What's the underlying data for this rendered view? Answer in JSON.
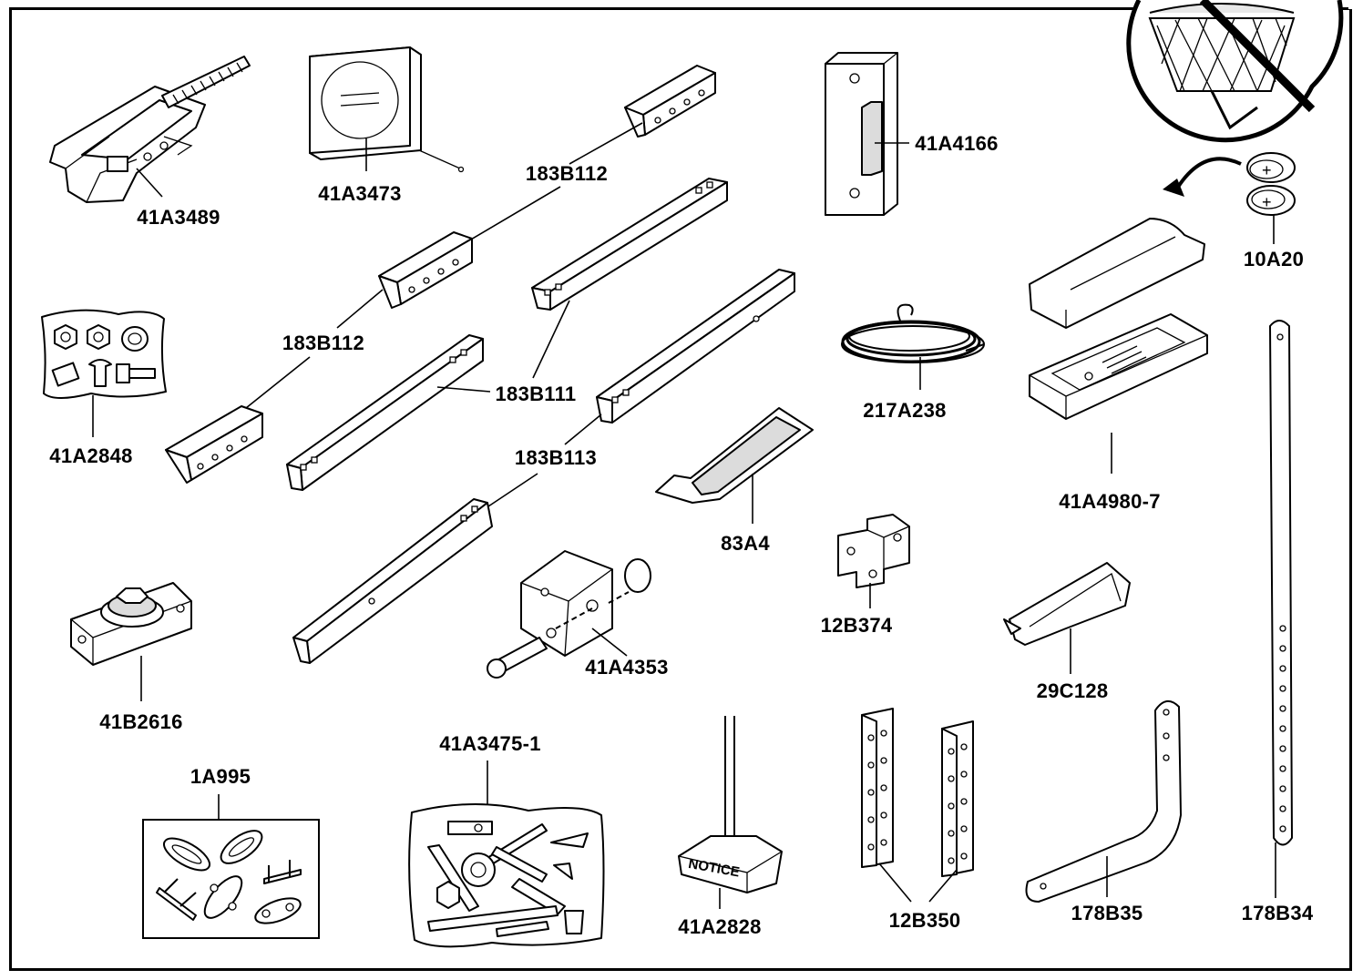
{
  "parts": [
    {
      "key": "trolley",
      "label": "41A3489",
      "icon": "trolley-icon"
    },
    {
      "key": "sprocket_cover",
      "label": "41A3473",
      "icon": "sprocket-cover-icon"
    },
    {
      "key": "splice_top",
      "label": "183B112",
      "icon": "rail-splice-icon"
    },
    {
      "key": "splice_mid",
      "label": "183B112",
      "icon": "rail-splice-icon"
    },
    {
      "key": "rail_center",
      "label": "183B111",
      "icon": "rail-section-icon"
    },
    {
      "key": "rail_left",
      "label": "183B111",
      "icon": "rail-section-icon"
    },
    {
      "key": "rail_113",
      "label": "183B113",
      "icon": "rail-section-icon"
    },
    {
      "key": "door_control",
      "label": "41A4166",
      "icon": "door-control-icon"
    },
    {
      "key": "battery",
      "label": "10A20",
      "icon": "battery-icon"
    },
    {
      "key": "hardware_bag_a",
      "label": "41A2848",
      "icon": "hardware-bag-icon"
    },
    {
      "key": "bell_wire",
      "label": "217A238",
      "icon": "wire-coil-icon"
    },
    {
      "key": "remote",
      "label": "41A4980-7",
      "icon": "remote-control-icon"
    },
    {
      "key": "grease",
      "label": "83A4",
      "icon": "grease-packet-icon"
    },
    {
      "key": "idler_pulley",
      "label": "41B2616",
      "icon": "idler-pulley-icon"
    },
    {
      "key": "header_bracket",
      "label": "41A4353",
      "icon": "header-bracket-icon"
    },
    {
      "key": "insulated_staples",
      "label": "12B374",
      "icon": "staple-bracket-icon"
    },
    {
      "key": "rope_handle",
      "label": "29C128",
      "icon": "handle-icon"
    },
    {
      "key": "link_kit",
      "label": "1A995",
      "icon": "master-link-icon"
    },
    {
      "key": "hardware_bag_b",
      "label": "41A3475-1",
      "icon": "hardware-bag-icon"
    },
    {
      "key": "notice",
      "label": "41A2828",
      "icon": "notice-tag-icon"
    },
    {
      "key": "hanging_brackets",
      "label": "12B350",
      "icon": "angle-bracket-icon"
    },
    {
      "key": "curved_arm",
      "label": "178B35",
      "icon": "curved-arm-icon"
    },
    {
      "key": "straight_arm",
      "label": "178B34",
      "icon": "straight-arm-icon"
    }
  ],
  "notice_text": "NOTICE",
  "battery_mark": "+"
}
